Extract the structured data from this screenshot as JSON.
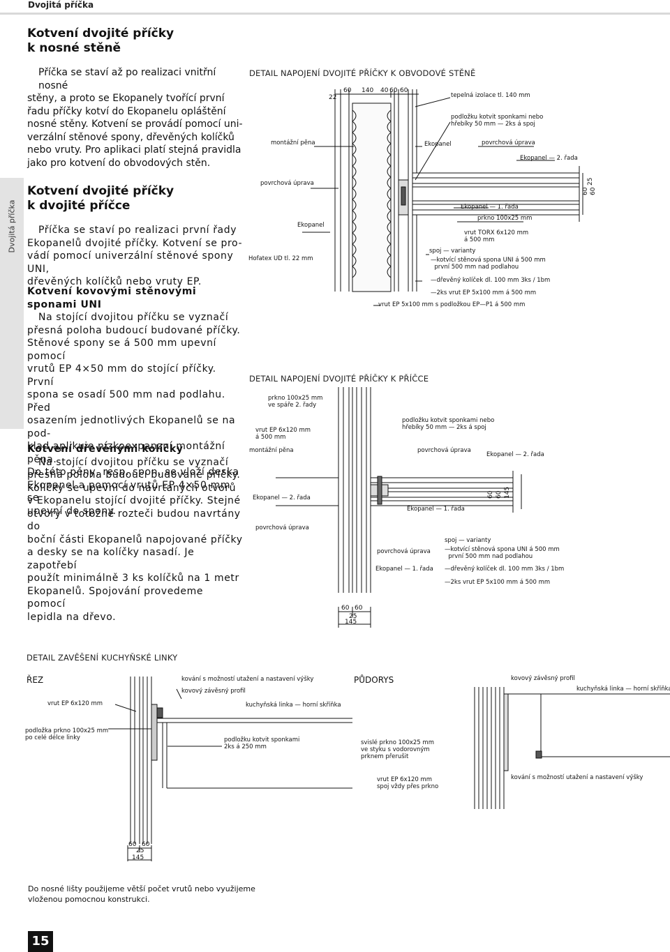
{
  "header": {
    "title": "Dvojitá příčka"
  },
  "side_tab": {
    "label": "Dvojitá příčka"
  },
  "section1": {
    "title_line1": "Kotvení dvojité příčky",
    "title_line2": "k nosné stěně",
    "lines": [
      "Příčka se staví až po realizaci vnitřní nosné",
      "stěny, a proto se Ekopanely tvořící první",
      "řadu příčky kotví do Ekopanelu opláštění",
      "nosné stěny. Kotvení se provádí pomocí uni-",
      "verzální stěnové spony, dřevěných kolíčků",
      "nebo vruty. Pro aplikaci platí stejná pravidla",
      "jako pro kotvení do obvodových stěn."
    ]
  },
  "section2": {
    "title_line1": "Kotvení dvojité příčky",
    "title_line2": "k dvojité příčce",
    "lines": [
      "Příčka se staví po realizaci první řady",
      "Ekopanelů dvojité příčky. Kotvení se pro-",
      "vádí pomocí univerzální stěnové spony UNI,",
      "dřevěných kolíčků nebo vruty EP."
    ]
  },
  "section3": {
    "title_line1": "Kotvení kovovými stěnovými",
    "title_line2": "sponami UNI",
    "lines": [
      "Na stojící dvojitou příčku se vyznačí",
      "přesná poloha budoucí budované příčky.",
      "Stěnové spony se á 500 mm upevní pomocí",
      "vrutů EP 4×50 mm do stojící příčky. První",
      "spona se osadí 500 mm nad podlahu. Před",
      "osazením jednotlivých Ekopanelů se na pod-",
      "klad aplikuje nízkoexpanzní montážní pěna.",
      "Do této pěny, resp. spon, se vloží deska",
      "Ekopanel a pomocí vrutů EP 4×50 mm se",
      "upevní do spony."
    ]
  },
  "section4": {
    "title": "Kotvení dřevěnými kolíčky",
    "lines": [
      "Na stojící dvojitou příčku se vyznačí",
      "přesná poloha budoucí budované příčky.",
      "Kolíčky se upevní do navrtaných otvorů",
      "v Ekopanelu stojící dvojité příčky. Stejné",
      "otvory v totožné rozteči budou navrtány do",
      "boční části Ekopanelů napojované příčky",
      "a desky se na kolíčky nasadí. Je zapotřebí",
      "použít minimálně 3 ks kolíčků na 1 metr",
      "Ekopanelů. Spojování provedeme pomocí",
      "lepidla na dřevo."
    ]
  },
  "detail1": {
    "caption": "DETAIL NAPOJENÍ DVOJITÉ PŘÍČKY K OBVODOVÉ STĚNĚ",
    "labels": {
      "tepelna": "tepelná izolace tl. 140 mm",
      "podlozka": "podložku kotvit sponkami nebo\nhřebíky 50 mm — 2ks á spoj",
      "montazni": "montážní pěna",
      "ekopanel": "Ekopanel",
      "povrchova": "povrchová úprava",
      "ekopanel2": "Ekopanel — 2. řada",
      "povrchova_left": "povrchová úprava",
      "ekopanel1": "Ekopanel — 1. řada",
      "prkno": "prkno 100x25 mm",
      "ekopanel_left": "Ekopanel",
      "vrut_torx": "vrut TORX 6x120 mm\ná 500 mm",
      "spoj": "spoj — varianty",
      "hofatex": "Hofatex UD tl. 22 mm",
      "kotvici": "—kotvící stěnová spona UNI á 500 mm\n  první 500 mm nad podlahou",
      "drevkol": "—dřevěný kolíček dl. 100 mm 3ks / 1bm",
      "vrut2": "—2ks vrut EP 5x100 mm á 500 mm",
      "vrut_ep": "vrut EP 5x100 mm s podložkou EP—P1 á 500 mm"
    },
    "dims": [
      "22",
      "60",
      "140",
      "40",
      "60",
      "60",
      "60",
      "60",
      "25"
    ]
  },
  "detail2": {
    "caption": "DETAIL NAPOJENÍ DVOJITÉ PŘÍČKY K PŘÍČCE",
    "labels": {
      "prkno": "prkno 100x25 mm\nve spáře 2. řady",
      "vrut": "vrut EP 6x120 mm\ná 500 mm",
      "podlozka": "podložku kotvit sponkami nebo\nhřebíky 50 mm — 2ks á spoj",
      "montazni": "montážní pěna",
      "povrchova_r": "povrchová úprava",
      "ekopanel2r": "Ekopanel — 2. řada",
      "ekopanel2l": "Ekopanel — 2. řada",
      "ekopanel1": "Ekopanel — 1. řada",
      "povrchova_l": "povrchová úprava",
      "spoj": "spoj — varianty",
      "kotvici": "—kotvící stěnová spona UNI á 500 mm\n  první 500 mm nad podlahou",
      "povrchova_b": "povrchová úprava",
      "ekopanel1b": "Ekopanel — 1. řada",
      "drevkol": "—dřevěný kolíček dl. 100 mm 3ks / 1bm",
      "vrut2": "—2ks vrut EP 5x100 mm á 500 mm"
    },
    "dims": [
      "60",
      "60",
      "25",
      "145"
    ]
  },
  "detail3": {
    "caption": "DETAIL ZAVĚŠENÍ KUCHYŇSKÉ LINKY",
    "rez": "ŘEZ",
    "pudorys": "PŮDORYS",
    "labels": {
      "kovani": "kování s možností utažení a nastavení výšky",
      "profil": "kovový závěsný profil",
      "vrut": "vrut EP 6x120 mm",
      "linka": "kuchyňská linka — horní skříňka",
      "prkno": "podložka prkno 100x25 mm\npo celé délce linky",
      "podlozka": "podložku kotvit sponkami\n2ks á 250 mm",
      "profil_r": "kovový závěsný profil",
      "linka_r": "kuchyňská linka — horní skříňka",
      "svisle": "svislé prkno 100x25 mm\nve styku s vodorovným\nprknem přerušit",
      "vrut_r": "vrut EP 6x120 mm\nspoj vždy přes prkno",
      "kovani_r": "kování s možností utažení a nastavení výšky"
    },
    "dims": [
      "60",
      "60",
      "25",
      "145"
    ]
  },
  "footnote": {
    "line1": "Do nosné lišty použijeme větší počet vrutů nebo využijeme",
    "line2": "vloženou pomocnou konstrukci."
  },
  "page_number": "15"
}
